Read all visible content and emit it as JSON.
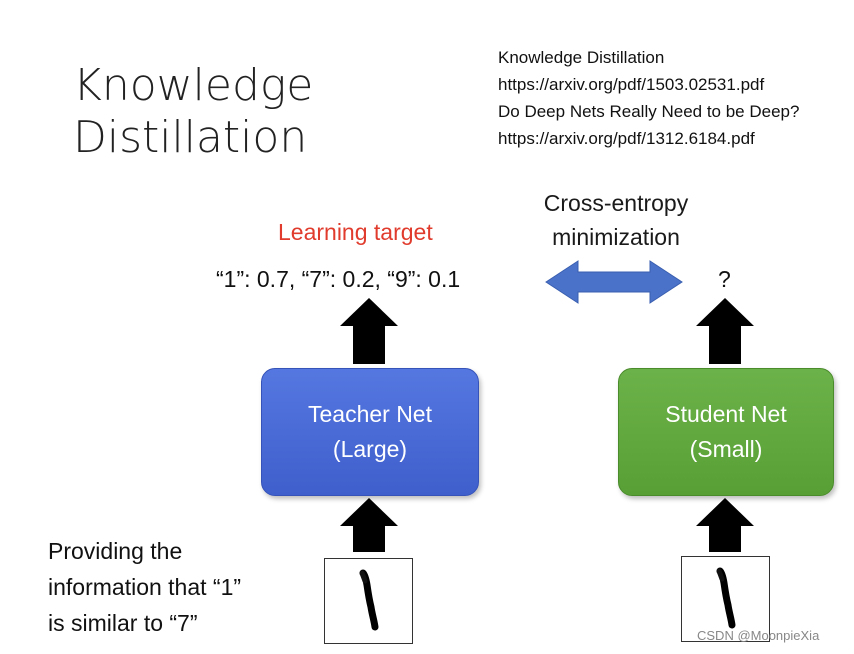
{
  "title": {
    "line1": "Knowledge",
    "line2": "Distillation"
  },
  "references": [
    "Knowledge Distillation",
    "https://arxiv.org/pdf/1503.02531.pdf",
    "Do Deep Nets Really Need to be Deep?",
    "https://arxiv.org/pdf/1312.6184.pdf"
  ],
  "cross_entropy": {
    "line1": "Cross-entropy",
    "line2": "minimization"
  },
  "learning_target": "Learning target",
  "target_distribution": "“1”: 0.7, “7”: 0.2, “9”: 0.1",
  "student_output": "?",
  "teacher": {
    "line1": "Teacher Net",
    "line2": "(Large)"
  },
  "student": {
    "line1": "Student Net",
    "line2": "(Small)"
  },
  "note": {
    "line1": "Providing the",
    "line2": "information that “1”",
    "line3": "is similar to “7”"
  },
  "watermark": "CSDN @MoonpieXia",
  "colors": {
    "teacher_box": "#4a6ad8",
    "student_box": "#62a83f",
    "learning_target": "#e03b2c",
    "double_arrow": "#4a72c8"
  }
}
